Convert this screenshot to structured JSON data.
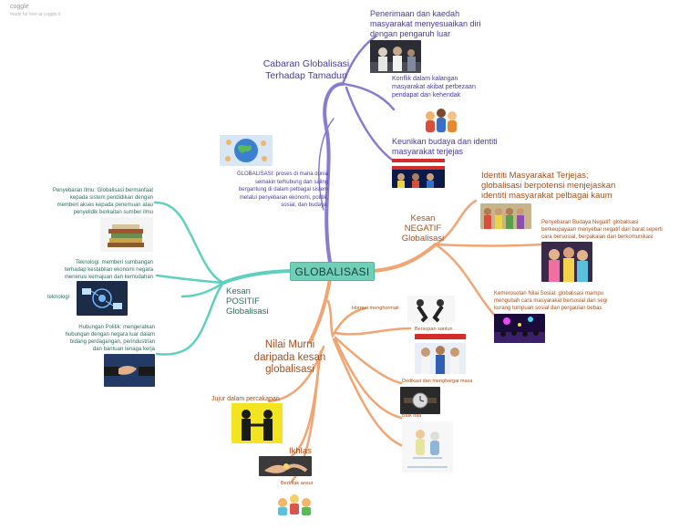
{
  "logo": {
    "name": "coggle",
    "tagline": "made for free at coggle.it"
  },
  "central": "GLOBALISASI",
  "purple": {
    "branch": "Cabaran Globalisasi\nTerhadap Tamadun",
    "items": [
      "Penerimaan dan kaedah\nmasyarakat menyesuaikan diri\ndengan pengaruh luar",
      "Konflik dalam kalangan\nmasyarakat akibat perbezaan\npendapat dan kehendak",
      "Keunikan budaya dan identiti\nmasyarakat terjejas"
    ],
    "definition": "GLOBALISASI: proses di mana dunia\nsemakin terhubung dan saling\nbergantung di dalam pelbagai sistem\nmelalui penyebaran ekonomi, politik,\nsosial, dan budaya."
  },
  "negatif": {
    "branch": "Kesan\nNEGATIF\nGlobalisasi",
    "items": [
      "Identiti Masyarakat Terjejas;\nglobalisasi berpotensi menjejaskan\nidentiti masyarakat pelbagai kaum",
      "Penyebaran Budaya Negatif: globalisasi\nberkeupayaan menyebar negatif dari barat seperti\ncara bersosial, berpakaian dan berkomunikasi",
      "Kemerosotan Nilai Sosial: globalisasi mampu\nmengubah cara masyarakat bersosial dari segi\nkurang tumpuan sosial dan pergaulan bebas"
    ]
  },
  "positif": {
    "branch": "Kesan\nPOSITIF\nGlobalisasi",
    "items": [
      "Penyebaran Ilmu: Globalisasi bermanfaat\nkepada sistem pendidikan dengan\nmemberi akses kepada penemuan atau\npenyelidik berkaitan sumber ilmu",
      "Teknologi: memberi sumbangan\nterhadap kestabilan ekonomi negara\nmenerusi kemajuan dan kemudahan",
      "teknologi",
      "Hubungan Politik: mengeratkan\nhubungan dengan negara luar dalam\nbidang perdagangan, perindustrian\ndan bantuan tenaga kerja"
    ]
  },
  "nilai": {
    "branch": "Nilai Murni\ndaripada kesan\nglobalisasi",
    "items": [
      "Hormat menghormati",
      "Bersopan santun",
      "Dedikasi dan menghargai masa",
      "Baik hati",
      "Jujur dalam percakapan",
      "Ikhlas",
      "Bertolak ansur"
    ]
  },
  "colors": {
    "purple": "#8a7ad0",
    "orange": "#f0a572",
    "teal": "#5ed0bd",
    "central_fill": "#6fcfb8"
  }
}
